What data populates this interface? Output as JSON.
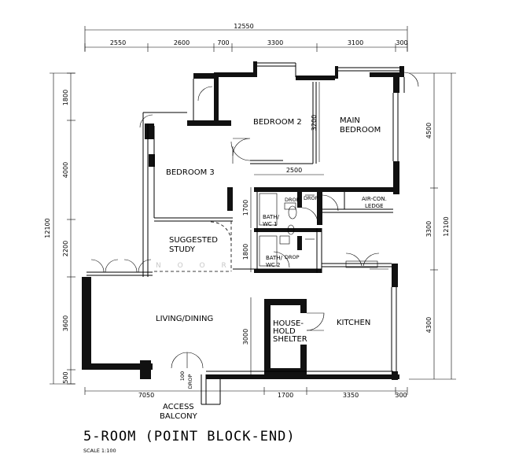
{
  "title": "5-ROOM (POINT BLOCK-END)",
  "scale": "SCALE  1:100",
  "watermark": "N O O R",
  "rooms": {
    "bedroom2": "BEDROOM 2",
    "main_bedroom_line1": "MAIN",
    "main_bedroom_line2": "BEDROOM",
    "bedroom3": "BEDROOM 3",
    "suggested_study_line1": "SUGGESTED",
    "suggested_study_line2": "STUDY",
    "living_dining": "LIVING/DINING",
    "kitchen": "KITCHEN",
    "shelter_line1": "HOUSE-",
    "shelter_line2": "HOLD",
    "shelter_line3": "SHELTER",
    "bath1_line1": "BATH/",
    "bath1_line2": "WC 1",
    "bath2_line1": "BATH/",
    "bath2_line2": "WC 2",
    "aircon_line1": "AIR-CON.",
    "aircon_line2": "LEDGE",
    "access_line1": "ACCESS",
    "access_line2": "BALCONY",
    "drop1": "DROP",
    "drop2": "DROP",
    "drop3": "DROP",
    "door_drop": "DROP"
  },
  "dimensions": {
    "top_total": "12550",
    "top_segments": [
      "2550",
      "2600",
      "700",
      "3300",
      "3100",
      "300"
    ],
    "bottom_segments": [
      "7050",
      "1700",
      "3350",
      "300"
    ],
    "left_total": "12100",
    "left_segments": [
      "1800",
      "4000",
      "2200",
      "3600",
      "500"
    ],
    "right_total": "12100",
    "right_segments": [
      "4500",
      "3300",
      "4300"
    ],
    "inner_3200": "3200",
    "inner_2500": "2500",
    "inner_1700": "1700",
    "inner_1800": "1800",
    "inner_3000": "3000",
    "door_100": "100"
  }
}
